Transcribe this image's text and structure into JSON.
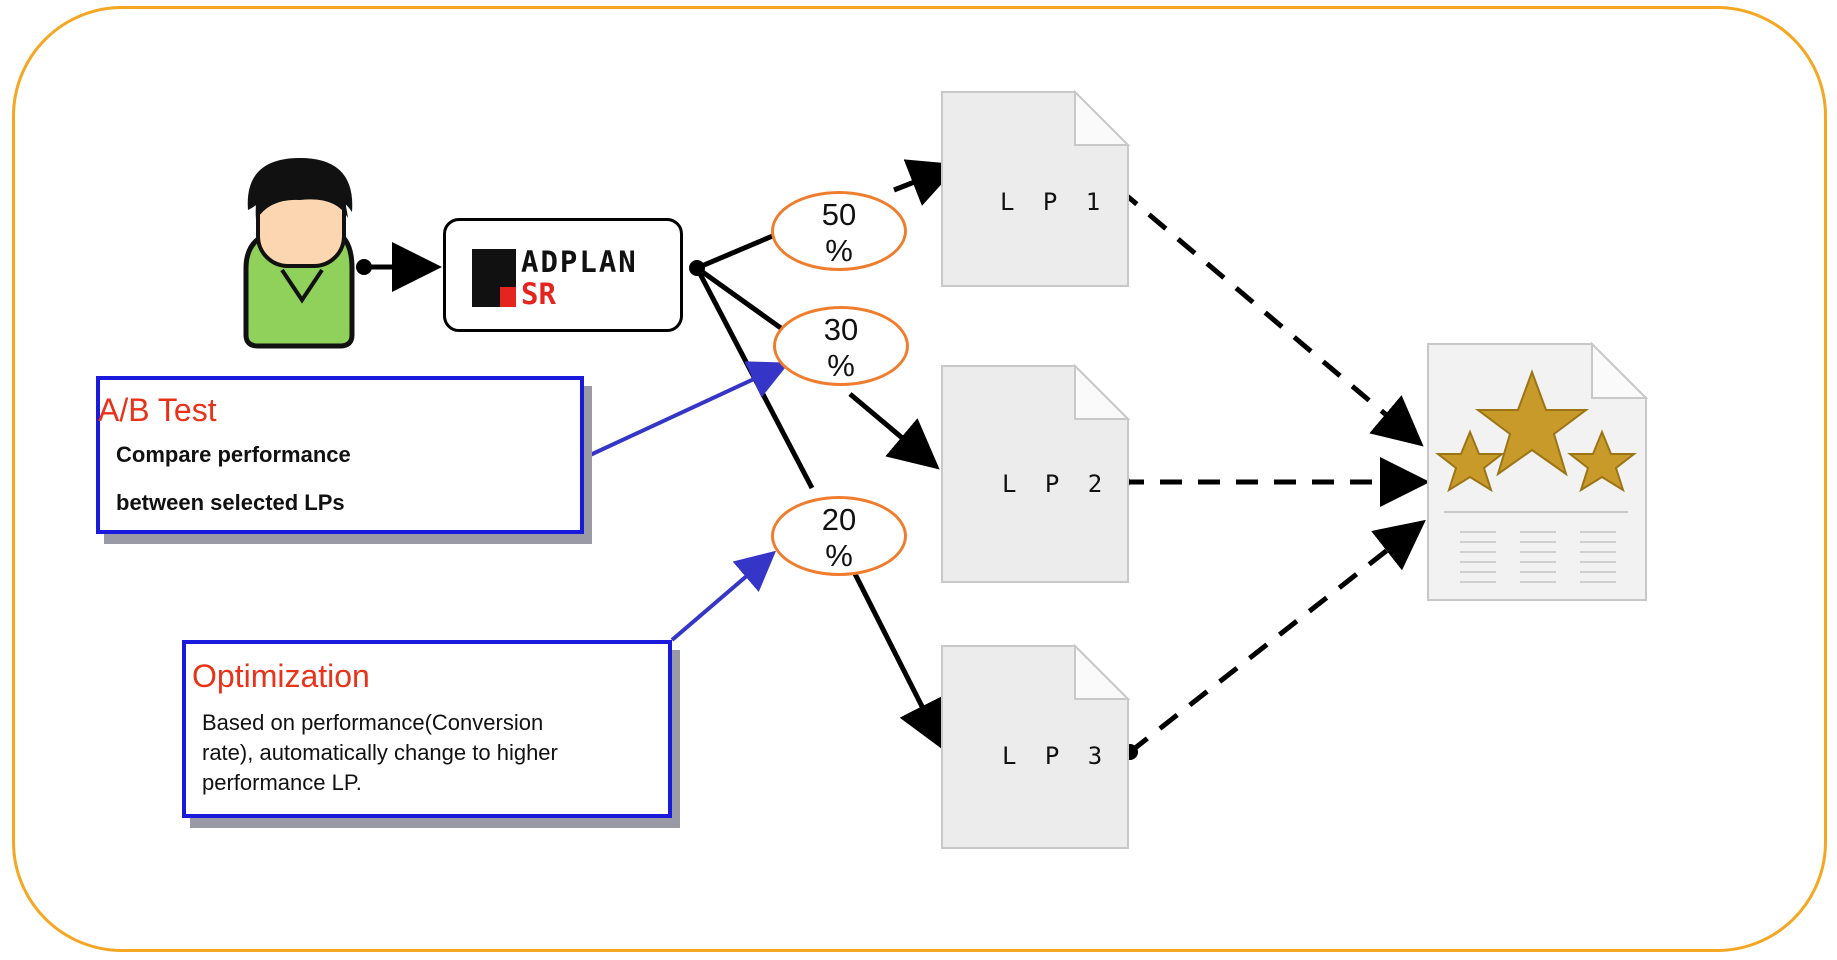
{
  "adplan": {
    "brand": "ADPLAN",
    "sub": "SR"
  },
  "splits": [
    {
      "value": "50",
      "unit": "%"
    },
    {
      "value": "30",
      "unit": "%"
    },
    {
      "value": "20",
      "unit": "%"
    }
  ],
  "landing_pages": [
    "L P 1",
    "L P 2",
    "L P 3"
  ],
  "ab_test": {
    "title": "A/B Test",
    "lines": [
      "Compare performance",
      "between selected LPs"
    ]
  },
  "optimization": {
    "title": "Optimization",
    "lines": [
      "Based on performance(Conversion",
      "rate), automatically change to higher",
      "performance LP."
    ]
  },
  "colors": {
    "frame": "#f5a623",
    "ellipse": "#f07d2e",
    "callout_border": "#1a1adc",
    "callout_title": "#e8321a",
    "pointer": "#3535c8",
    "star": "#c79a2a",
    "logo_red": "#e52420"
  },
  "icons": [
    "user-icon",
    "document-icon",
    "rating-report-icon",
    "arrow-icon"
  ]
}
